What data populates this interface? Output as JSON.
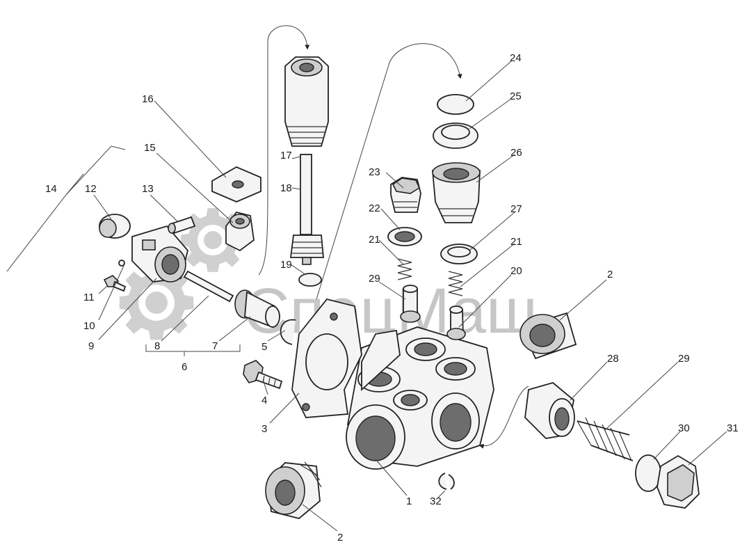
{
  "watermark": {
    "brand": "СпецМаш",
    "icon": "gear-icon"
  },
  "callouts": [
    {
      "id": "c1",
      "text": "1"
    },
    {
      "id": "c2a",
      "text": "2"
    },
    {
      "id": "c2b",
      "text": "2"
    },
    {
      "id": "c3",
      "text": "3"
    },
    {
      "id": "c4",
      "text": "4"
    },
    {
      "id": "c5",
      "text": "5"
    },
    {
      "id": "c6",
      "text": "6"
    },
    {
      "id": "c7",
      "text": "7"
    },
    {
      "id": "c8",
      "text": "8"
    },
    {
      "id": "c9",
      "text": "9"
    },
    {
      "id": "c10",
      "text": "10"
    },
    {
      "id": "c11",
      "text": "11"
    },
    {
      "id": "c12",
      "text": "12"
    },
    {
      "id": "c13",
      "text": "13"
    },
    {
      "id": "c14",
      "text": "14"
    },
    {
      "id": "c15",
      "text": "15"
    },
    {
      "id": "c16",
      "text": "16"
    },
    {
      "id": "c17",
      "text": "17"
    },
    {
      "id": "c18",
      "text": "18"
    },
    {
      "id": "c19",
      "text": "19"
    },
    {
      "id": "c20",
      "text": "20"
    },
    {
      "id": "c21a",
      "text": "21"
    },
    {
      "id": "c21b",
      "text": "21"
    },
    {
      "id": "c22",
      "text": "22"
    },
    {
      "id": "c23",
      "text": "23"
    },
    {
      "id": "c24",
      "text": "24"
    },
    {
      "id": "c25",
      "text": "25"
    },
    {
      "id": "c26",
      "text": "26"
    },
    {
      "id": "c27",
      "text": "27"
    },
    {
      "id": "c28",
      "text": "28"
    },
    {
      "id": "c29a",
      "text": "29"
    },
    {
      "id": "c29b",
      "text": "29"
    },
    {
      "id": "c30",
      "text": "30"
    },
    {
      "id": "c31",
      "text": "31"
    },
    {
      "id": "c32",
      "text": "32"
    }
  ],
  "colors": {
    "ink": "#1a1a1a",
    "watermark": "#bdbdbd"
  }
}
